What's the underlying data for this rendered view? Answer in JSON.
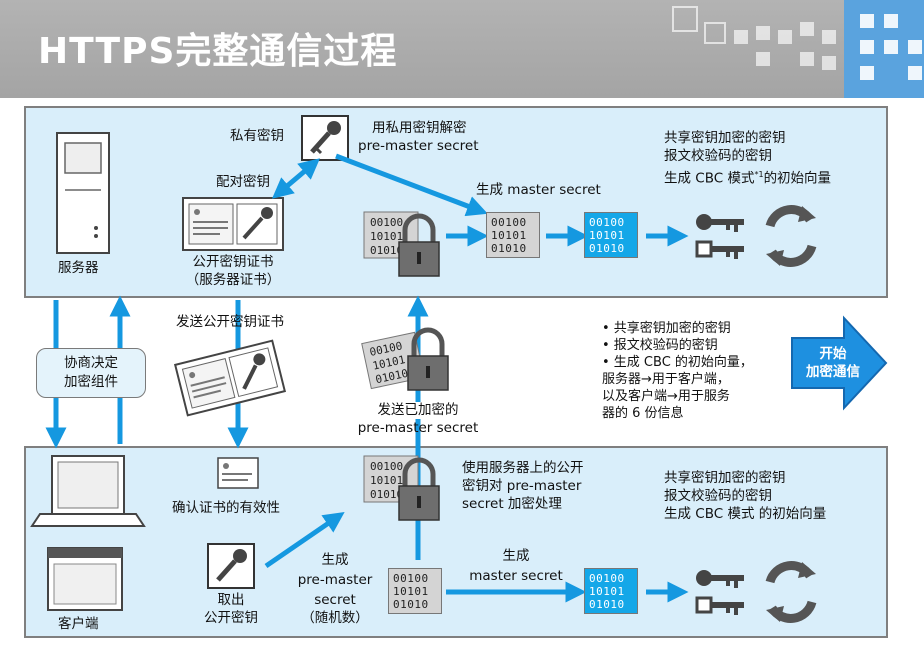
{
  "header": {
    "title": "HTTPS完整通信过程"
  },
  "server": {
    "server_label": "服务器",
    "private_key_label": "私有密钥",
    "key_pair_label": "配对密钥",
    "public_cert_label": "公开密钥证书",
    "public_cert_sub": "（服务器证书）",
    "decrypt_line1": "用私用密钥解密",
    "decrypt_line2": "pre-master secret",
    "gen_master": "生成 master secret",
    "keys_line1": "共享密钥加密的密钥",
    "keys_line2": "报文校验码的密钥",
    "keys_line3": "生成 CBC 模式",
    "keys_line3_sup": "*1",
    "keys_line3_end": "的初始向量"
  },
  "middle": {
    "negotiate_line1": "协商决定",
    "negotiate_line2": "加密组件",
    "send_cert": "发送公开密钥证书",
    "send_enc_line1": "发送已加密的",
    "send_enc_line2": "pre-master secret",
    "notes": [
      "• 共享密钥加密的密钥",
      "• 报文校验码的密钥",
      "• 生成 CBC 的初始向量，",
      "  服务器→用于客户端，",
      "  以及客户端→用于服务",
      "  器的 6 份信息"
    ],
    "start_line1": "开始",
    "start_line2": "加密通信"
  },
  "client": {
    "client_label": "客户端",
    "verify_cert": "确认证书的有效性",
    "take_key_line1": "取出",
    "take_key_line2": "公开密钥",
    "gen_pre_line1": "生成",
    "gen_pre_line2": "pre-master",
    "gen_pre_line3": "secret",
    "gen_pre_line4": "（随机数）",
    "encrypt_line1": "使用服务器上的公开",
    "encrypt_line2": "密钥对 pre-master",
    "encrypt_line3": "secret 加密处理",
    "gen_master_line1": "生成",
    "gen_master_line2": "master secret",
    "keys_line1": "共享密钥加密的密钥",
    "keys_line2": "报文校验码的密钥",
    "keys_line3": "生成 CBC 模式 的初始向量"
  },
  "binary": {
    "row1": "00100",
    "row2": "10101",
    "row3": "01010"
  },
  "colors": {
    "arrow": "#1598e0",
    "panel": "#d9eefa",
    "data_blue": "#14a7e8",
    "accent": "#1e90e0"
  }
}
